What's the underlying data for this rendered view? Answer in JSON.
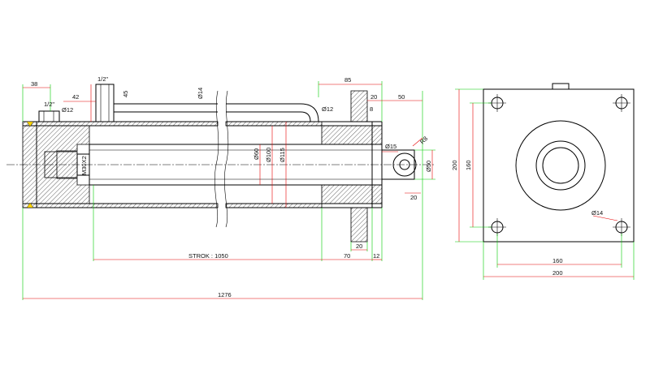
{
  "colors": {
    "outline": "#000000",
    "dimension_line": "#e60000",
    "extension_line": "#00cc00",
    "marker": "#ffd700"
  },
  "side_view": {
    "labels": {
      "port_offset": "38",
      "port_thread_top": "1/2\"",
      "port_thread_left": "1/2\"",
      "port_pitch": "42",
      "port_height": "45",
      "pipe_dia": "Ø14",
      "port_hole_dia": "Ø12",
      "bend_dia": "Ø12",
      "flange_span": "85",
      "flange_width": "20",
      "flange_thick": "8",
      "rod_end_len": "50",
      "eye_radius": "R8",
      "eye_hole": "Ø15",
      "eye_dia": "Ø50",
      "eye_width": "20",
      "rod_dia": "Ø60",
      "bore_dia": "Ø100",
      "tube_dia": "Ø115",
      "thread": "M30X2",
      "stroke": "STROK : 1050",
      "gland_len": "70",
      "gland_face": "20",
      "end_gap": "12",
      "total_len": "1276"
    }
  },
  "end_view": {
    "labels": {
      "height": "200",
      "hole_pitch_v": "160",
      "hole_dia": "Ø14",
      "hole_pitch_h": "160",
      "width": "200"
    }
  }
}
